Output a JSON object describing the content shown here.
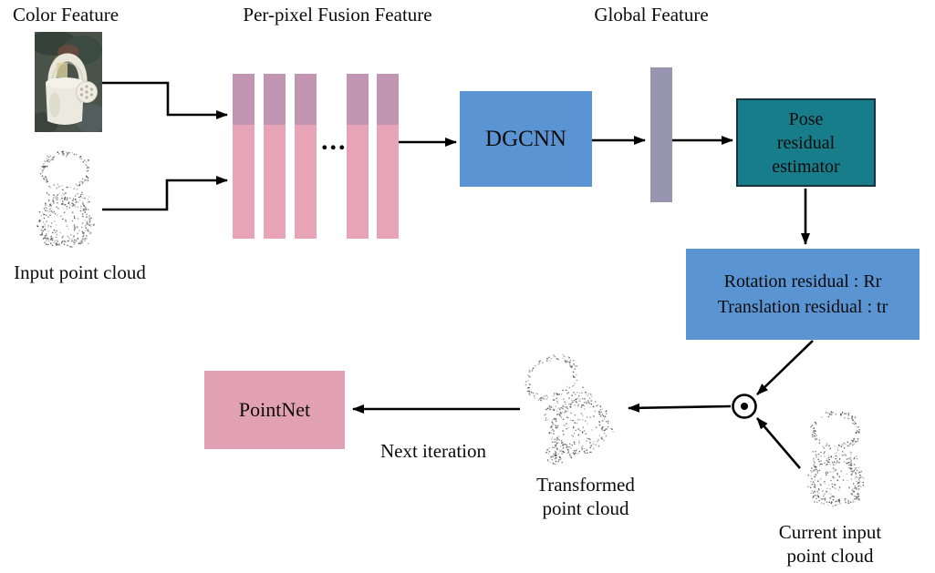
{
  "figure": {
    "labels": {
      "color_feature": "Color Feature",
      "per_pixel_fusion": "Per-pixel Fusion Feature",
      "global_feature": "Global Feature",
      "input_point_cloud": "Input point cloud",
      "ellipsis": "...",
      "next_iteration": "Next iteration",
      "transformed_line1": "Transformed",
      "transformed_line2": "point cloud",
      "current_line1": "Current input",
      "current_line2": "point cloud"
    },
    "nodes": {
      "dgcnn": "DGCNN",
      "pose_line1": "Pose",
      "pose_line2": "residual",
      "pose_line3": "estimator",
      "residual_line1": "Rotation residual : Rr",
      "residual_line2": "Translation residual : tr",
      "pointnet": "PointNet"
    },
    "operators": {
      "elementwise_product": "⊙"
    }
  },
  "colors": {
    "box_blue": "#5B94D3",
    "box_teal": "#187D8A",
    "box_pink": "#E2A0B5",
    "bar_purple": "#C295B2",
    "bar_pink": "#E7A4B6",
    "global_bar": "#9795B0",
    "arrow": "#000000"
  }
}
